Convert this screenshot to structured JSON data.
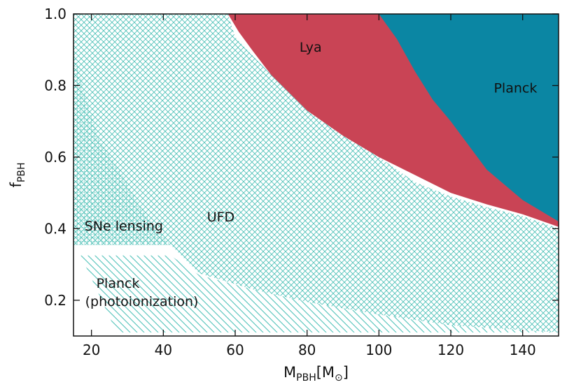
{
  "chart_data": {
    "type": "area",
    "xlabel": {
      "main": "M",
      "sub": "PBH",
      "suffix": "[M",
      "sub2": "⊙",
      "end": "]"
    },
    "ylabel": {
      "main": "f",
      "sub": "PBH"
    },
    "xlim": [
      15,
      150
    ],
    "ylim": [
      0.1,
      1.0
    ],
    "xticks": [
      20,
      40,
      60,
      80,
      100,
      120,
      140
    ],
    "yticks": [
      0.2,
      0.4,
      0.6,
      0.8,
      1.0
    ],
    "grid": false,
    "colors": {
      "ufd": "#4fc1b8",
      "lya": "#c94455",
      "planck": "#0b86a3",
      "planck_photo": "#4fc1b8",
      "sne": "#4fc1b8"
    },
    "regions": [
      {
        "name": "UFD",
        "style": "crosshatch",
        "label": "UFD",
        "label_at": [
          56,
          0.42
        ],
        "points": [
          [
            15,
            1.0
          ],
          [
            150,
            1.0
          ],
          [
            150,
            0.4
          ],
          [
            140,
            0.435
          ],
          [
            130,
            0.46
          ],
          [
            120,
            0.49
          ],
          [
            110,
            0.53
          ],
          [
            100,
            0.6
          ],
          [
            90,
            0.66
          ],
          [
            80,
            0.73
          ],
          [
            70,
            0.83
          ],
          [
            60,
            0.935
          ],
          [
            58,
            1.0
          ],
          [
            150,
            1.0
          ],
          [
            150,
            0.11
          ],
          [
            120,
            0.13
          ],
          [
            100,
            0.16
          ],
          [
            80,
            0.195
          ],
          [
            65,
            0.23
          ],
          [
            50,
            0.275
          ],
          [
            42,
            0.355
          ],
          [
            15,
            0.355
          ]
        ]
      },
      {
        "name": "Lya",
        "style": "solid",
        "label": "Lya",
        "label_at": [
          81,
          0.895
        ],
        "points": [
          [
            58,
            1.0
          ],
          [
            61,
            0.95
          ],
          [
            65,
            0.895
          ],
          [
            70,
            0.83
          ],
          [
            80,
            0.73
          ],
          [
            90,
            0.66
          ],
          [
            100,
            0.6
          ],
          [
            110,
            0.55
          ],
          [
            120,
            0.5
          ],
          [
            130,
            0.468
          ],
          [
            140,
            0.44
          ],
          [
            150,
            0.405
          ],
          [
            150,
            1.0
          ]
        ]
      },
      {
        "name": "Planck",
        "style": "solid",
        "label": "Planck",
        "label_at": [
          138,
          0.78
        ],
        "points": [
          [
            100,
            1.0
          ],
          [
            105,
            0.93
          ],
          [
            110,
            0.84
          ],
          [
            115,
            0.76
          ],
          [
            120,
            0.7
          ],
          [
            130,
            0.565
          ],
          [
            140,
            0.48
          ],
          [
            150,
            0.42
          ],
          [
            150,
            1.0
          ]
        ]
      },
      {
        "name": "Planck (photoionization)",
        "style": "diagonal",
        "label_lines": [
          "Planck",
          "(photoionization)"
        ],
        "label_at": [
          34,
          0.235
        ],
        "points": [
          [
            17,
            0.325
          ],
          [
            42,
            0.325
          ],
          [
            50,
            0.27
          ],
          [
            65,
            0.23
          ],
          [
            80,
            0.195
          ],
          [
            100,
            0.16
          ],
          [
            120,
            0.13
          ],
          [
            150,
            0.11
          ],
          [
            27,
            0.11
          ]
        ]
      },
      {
        "name": "SNe lensing",
        "style": "grid",
        "label": "SNe lensing",
        "label_at": [
          29,
          0.395
        ],
        "points": [
          [
            15,
            0.9
          ],
          [
            18,
            0.78
          ],
          [
            22,
            0.65
          ],
          [
            28,
            0.56
          ],
          [
            33,
            0.47
          ],
          [
            38,
            0.4
          ],
          [
            42,
            0.355
          ],
          [
            15,
            0.355
          ]
        ]
      }
    ]
  }
}
